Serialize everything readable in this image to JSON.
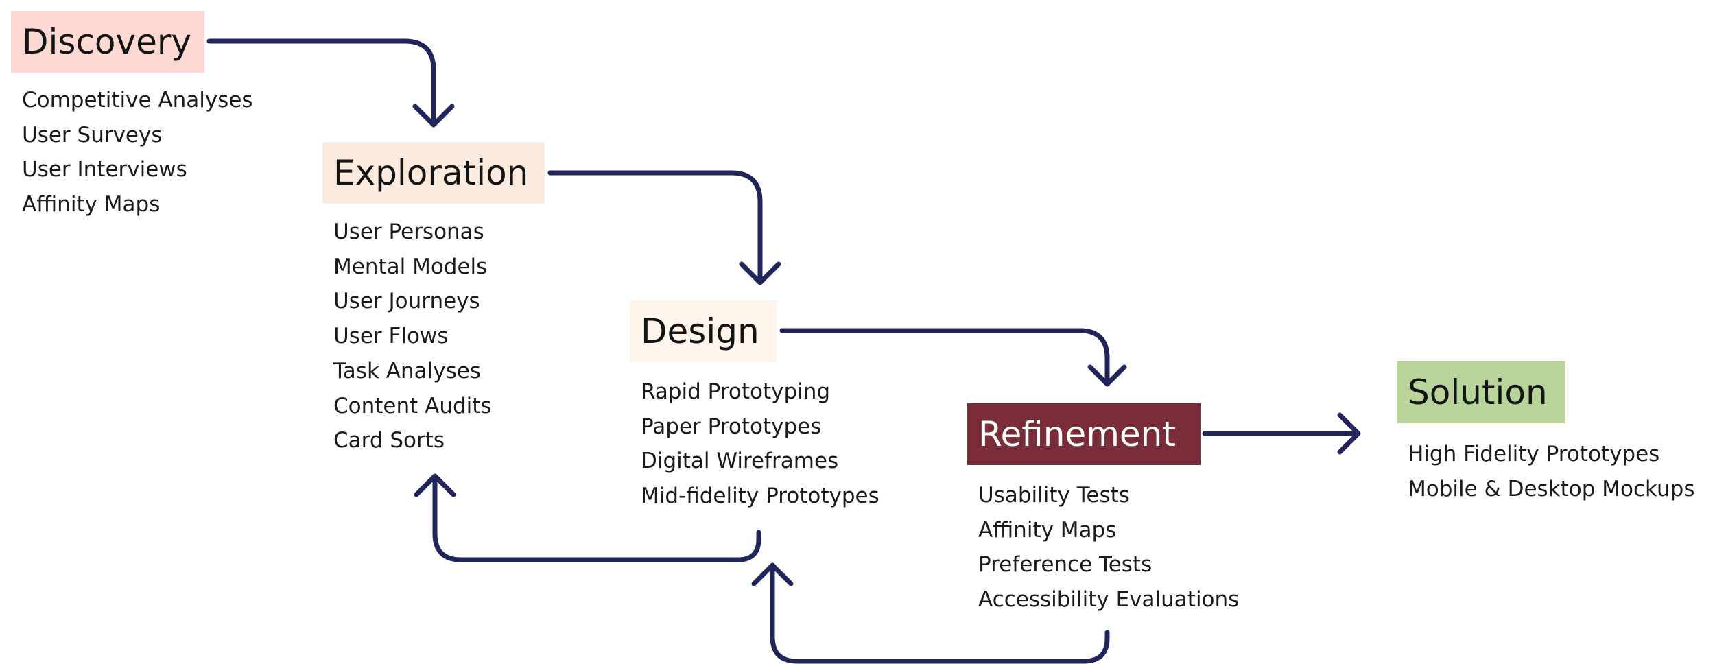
{
  "colors": {
    "arrow": "#20265a",
    "discovery_bg": "#fcd9d2",
    "exploration_bg": "#fbebde",
    "design_bg": "#fdf5ec",
    "refinement_bg": "#7a2c38",
    "refinement_text": "#ffffff",
    "solution_bg": "#b8d49a"
  },
  "stages": {
    "discovery": {
      "title": "Discovery",
      "items": [
        "Competitive Analyses",
        "User Surveys",
        "User Interviews",
        "Affinity Maps"
      ]
    },
    "exploration": {
      "title": "Exploration",
      "items": [
        "User Personas",
        "Mental Models",
        "User Journeys",
        "User Flows",
        "Task Analyses",
        "Content Audits",
        "Card Sorts"
      ]
    },
    "design": {
      "title": "Design",
      "items": [
        "Rapid Prototyping",
        "Paper Prototypes",
        "Digital Wireframes",
        "Mid-fidelity Prototypes"
      ]
    },
    "refinement": {
      "title": "Refinement",
      "items": [
        "Usability Tests",
        "Affinity Maps",
        "Preference Tests",
        "Accessibility Evaluations"
      ]
    },
    "solution": {
      "title": "Solution",
      "items": [
        "High Fidelity Prototypes",
        "Mobile & Desktop Mockups"
      ]
    }
  },
  "arrows": [
    {
      "name": "arrow-discovery-to-exploration",
      "from": "discovery",
      "to": "exploration",
      "direction": "forward"
    },
    {
      "name": "arrow-exploration-to-design",
      "from": "exploration",
      "to": "design",
      "direction": "forward"
    },
    {
      "name": "arrow-design-to-refinement",
      "from": "design",
      "to": "refinement",
      "direction": "forward"
    },
    {
      "name": "arrow-refinement-to-solution",
      "from": "refinement",
      "to": "solution",
      "direction": "forward"
    },
    {
      "name": "arrow-design-to-exploration",
      "from": "design",
      "to": "exploration",
      "direction": "feedback"
    },
    {
      "name": "arrow-refinement-to-design",
      "from": "refinement",
      "to": "design",
      "direction": "feedback"
    }
  ]
}
